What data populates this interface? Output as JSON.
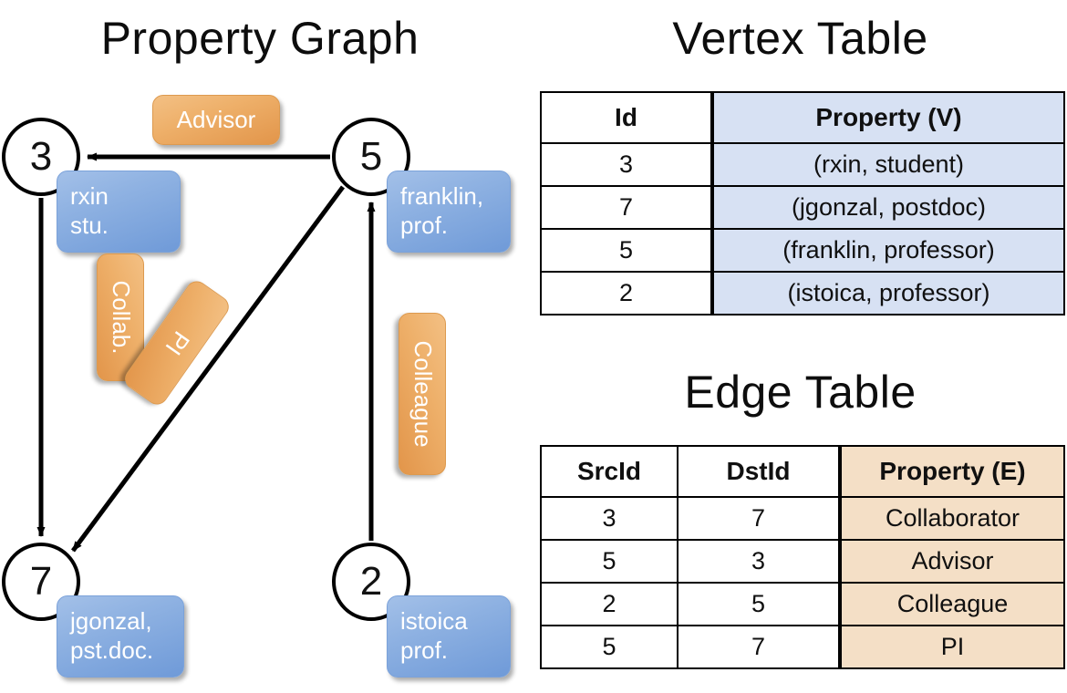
{
  "titles": {
    "property_graph": "Property Graph",
    "vertex_table": "Vertex Table",
    "edge_table": "Edge Table"
  },
  "graph": {
    "nodes": [
      {
        "id": "3",
        "callout": "rxin\nstu."
      },
      {
        "id": "5",
        "callout": "franklin,\nprof."
      },
      {
        "id": "7",
        "callout": "jgonzal,\npst.doc."
      },
      {
        "id": "2",
        "callout": "istoica\nprof."
      }
    ],
    "node_labels": {
      "n3": "3",
      "n5": "5",
      "n7": "7",
      "n2": "2"
    },
    "callouts": {
      "rxin_line1": "rxin",
      "rxin_line2": "stu.",
      "franklin_line1": "franklin,",
      "franklin_line2": "prof.",
      "jgonzal_line1": "jgonzal,",
      "jgonzal_line2": "pst.doc.",
      "istoica_line1": "istoica",
      "istoica_line2": "prof."
    },
    "edge_labels": {
      "advisor": "Advisor",
      "collab": "Collab.",
      "pi": "PI",
      "colleague": "Colleague"
    },
    "edges": [
      {
        "from": "5",
        "to": "3",
        "label": "Advisor"
      },
      {
        "from": "3",
        "to": "7",
        "label": "Collab."
      },
      {
        "from": "5",
        "to": "7",
        "label": "PI"
      },
      {
        "from": "2",
        "to": "5",
        "label": "Colleague"
      }
    ]
  },
  "vertex_table": {
    "headers": [
      "Id",
      "Property (V)"
    ],
    "rows": [
      [
        "3",
        "(rxin, student)"
      ],
      [
        "7",
        "(jgonzal, postdoc)"
      ],
      [
        "5",
        "(franklin, professor)"
      ],
      [
        "2",
        "(istoica, professor)"
      ]
    ]
  },
  "edge_table": {
    "headers": [
      "SrcId",
      "DstId",
      "Property (E)"
    ],
    "rows": [
      [
        "3",
        "7",
        "Collaborator"
      ],
      [
        "5",
        "3",
        "Advisor"
      ],
      [
        "2",
        "5",
        "Colleague"
      ],
      [
        "5",
        "7",
        "PI"
      ]
    ]
  },
  "colors": {
    "vertex_property_fill": "#d7e1f3",
    "edge_property_fill": "#f4dfc6",
    "callout_blue": "#8fb2e2",
    "callout_orange": "#eeb06a",
    "stroke": "#000000",
    "background": "#ffffff"
  }
}
